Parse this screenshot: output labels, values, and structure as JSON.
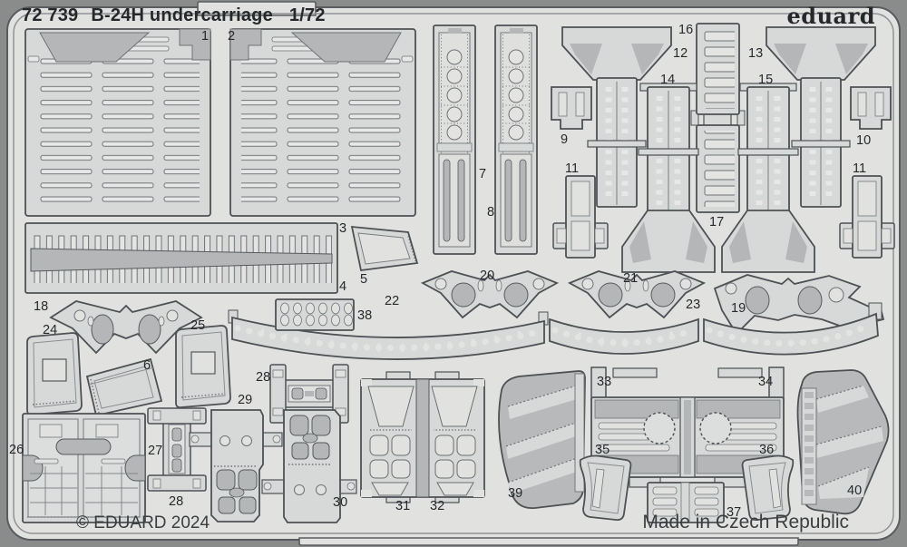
{
  "header": {
    "catalog_number": "72 739",
    "title": "B-24H undercarriage",
    "scale": "1/72"
  },
  "brand": {
    "logo_text": "eduard"
  },
  "footer": {
    "copyright": "© EDUARD 2024",
    "made_in": "Made in Czech Republic"
  },
  "colors": {
    "outer_background": "#8a8c8c",
    "sheet": "#e1e2e0",
    "part_fill": "#d7d9d9",
    "part_shadow": "#b4b6b7",
    "outline": "#4e5154",
    "text": "#26292b"
  },
  "parts": [
    {
      "number": "1"
    },
    {
      "number": "2"
    },
    {
      "number": "3"
    },
    {
      "number": "4"
    },
    {
      "number": "5"
    },
    {
      "number": "6"
    },
    {
      "number": "7"
    },
    {
      "number": "8"
    },
    {
      "number": "9"
    },
    {
      "number": "10"
    },
    {
      "number": "11"
    },
    {
      "number": "11"
    },
    {
      "number": "12"
    },
    {
      "number": "13"
    },
    {
      "number": "14"
    },
    {
      "number": "15"
    },
    {
      "number": "16"
    },
    {
      "number": "17"
    },
    {
      "number": "18"
    },
    {
      "number": "19"
    },
    {
      "number": "20"
    },
    {
      "number": "21"
    },
    {
      "number": "22"
    },
    {
      "number": "23"
    },
    {
      "number": "24"
    },
    {
      "number": "25"
    },
    {
      "number": "26"
    },
    {
      "number": "27"
    },
    {
      "number": "28"
    },
    {
      "number": "28"
    },
    {
      "number": "29"
    },
    {
      "number": "30"
    },
    {
      "number": "31"
    },
    {
      "number": "32"
    },
    {
      "number": "33"
    },
    {
      "number": "34"
    },
    {
      "number": "35"
    },
    {
      "number": "36"
    },
    {
      "number": "37"
    },
    {
      "number": "38"
    },
    {
      "number": "39"
    },
    {
      "number": "40"
    }
  ]
}
